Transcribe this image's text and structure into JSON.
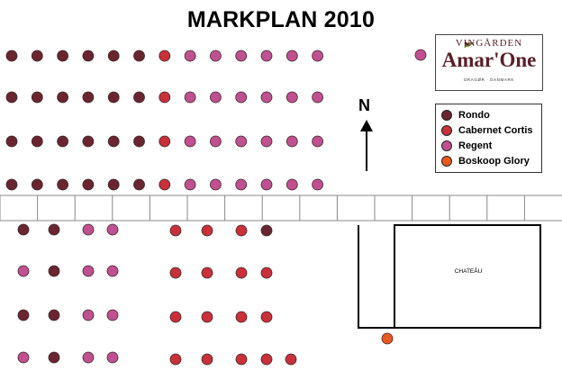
{
  "title": "MARKPLAN 2010",
  "logo": {
    "top_text": "VINGÅRDEN",
    "name": "Amar'One",
    "subtitle": "DRAGØR · DANMARK"
  },
  "north_label": "N",
  "building_label": "CHATEÂU",
  "colors": {
    "Rondo": "#6b2530",
    "Cabernet Cortis": "#c8303a",
    "Regent": "#c0508f",
    "Boskoop Glory": "#ea5a20"
  },
  "legend": [
    {
      "label": "Rondo",
      "color": "#6b2530"
    },
    {
      "label": "Cabernet Cortis",
      "color": "#c8303a"
    },
    {
      "label": "Regent",
      "color": "#c0508f"
    },
    {
      "label": "Boskoop Glory",
      "color": "#ea5a20"
    }
  ],
  "upper_field": {
    "rows": [
      [
        "Rondo",
        "Rondo",
        "Rondo",
        "Rondo",
        "Rondo",
        "Rondo",
        "Cabernet Cortis",
        "Regent",
        "Regent",
        "Regent",
        "Regent",
        "Regent",
        "Regent"
      ],
      [
        "Rondo",
        "Rondo",
        "Rondo",
        "Rondo",
        "Rondo",
        "Rondo",
        "Cabernet Cortis",
        "Regent",
        "Regent",
        "Regent",
        "Regent",
        "Regent",
        "Regent"
      ],
      [
        "Rondo",
        "Rondo",
        "Rondo",
        "Rondo",
        "Rondo",
        "Rondo",
        "Cabernet Cortis",
        "Regent",
        "Regent",
        "Regent",
        "Regent",
        "Regent",
        "Regent"
      ],
      [
        "Rondo",
        "Rondo",
        "Rondo",
        "Rondo",
        "Rondo",
        "Rondo",
        "Cabernet Cortis",
        "Regent",
        "Regent",
        "Regent",
        "Regent",
        "Regent",
        "Regent"
      ]
    ],
    "extra": "Regent"
  },
  "lower_left_field": {
    "rows": [
      [
        "Rondo",
        "Rondo",
        "Regent",
        "Regent"
      ],
      [
        "Regent",
        "Rondo",
        "Regent",
        "Regent"
      ],
      [
        "Rondo",
        "Rondo",
        "Regent",
        "Regent"
      ],
      [
        "Regent",
        "Rondo",
        "Regent",
        "Regent"
      ]
    ]
  },
  "lower_mid_field": {
    "rows": [
      [
        "Cabernet Cortis",
        "Cabernet Cortis",
        "Cabernet Cortis",
        "Rondo"
      ],
      [
        "Cabernet Cortis",
        "Cabernet Cortis",
        "Cabernet Cortis",
        "Cabernet Cortis"
      ],
      [
        "Cabernet Cortis",
        "Cabernet Cortis",
        "Cabernet Cortis",
        "Cabernet Cortis"
      ],
      [
        "Cabernet Cortis",
        "Cabernet Cortis",
        "Cabernet Cortis",
        "Cabernet Cortis",
        "Cabernet Cortis"
      ]
    ]
  },
  "tree": "Boskoop Glory"
}
